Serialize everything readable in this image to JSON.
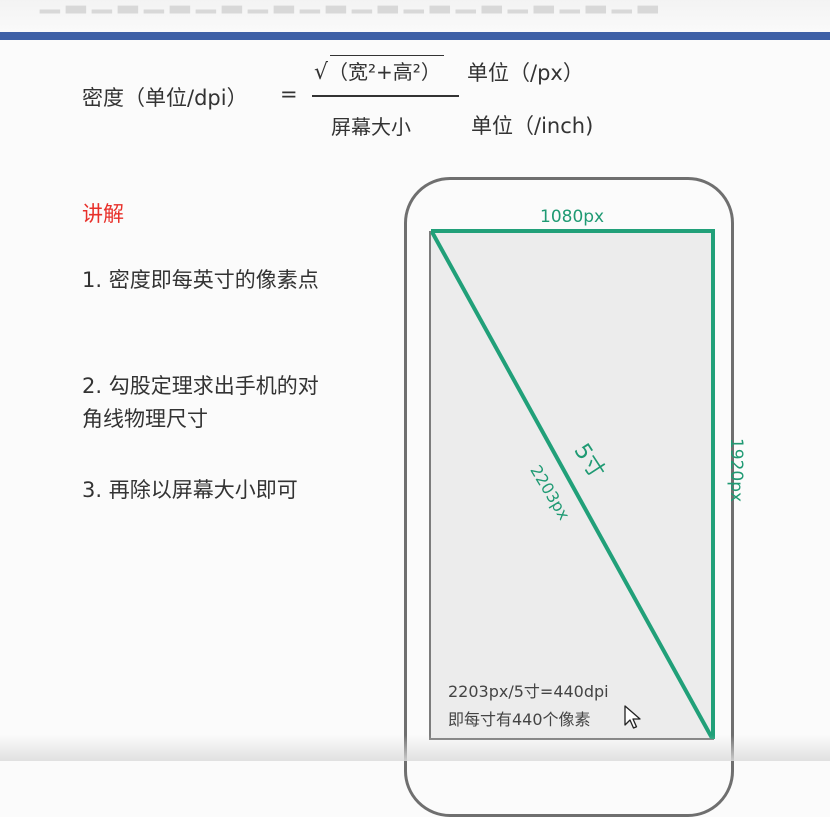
{
  "formula": {
    "left": "密度（单位/dpi）",
    "equals": "=",
    "sqrt_symbol": "√",
    "numerator": "（宽²+高²）",
    "numerator_unit": "单位（/px）",
    "denominator": "屏幕大小",
    "denominator_unit": "单位（/inch)"
  },
  "explanation": {
    "title": "讲解",
    "steps": [
      "1. 密度即每英寸的像素点",
      "2. 勾股定理求出手机的对角线物理尺寸",
      "3. 再除以屏幕大小即可"
    ]
  },
  "diagram": {
    "width_label": "1080px",
    "height_label": "1920px",
    "diagonal_label": "2203px",
    "size_label": "5寸",
    "result_line1": "2203px/5寸=440dpi",
    "result_line2": "即每寸有440个像素",
    "accent_color": "#21a079"
  }
}
